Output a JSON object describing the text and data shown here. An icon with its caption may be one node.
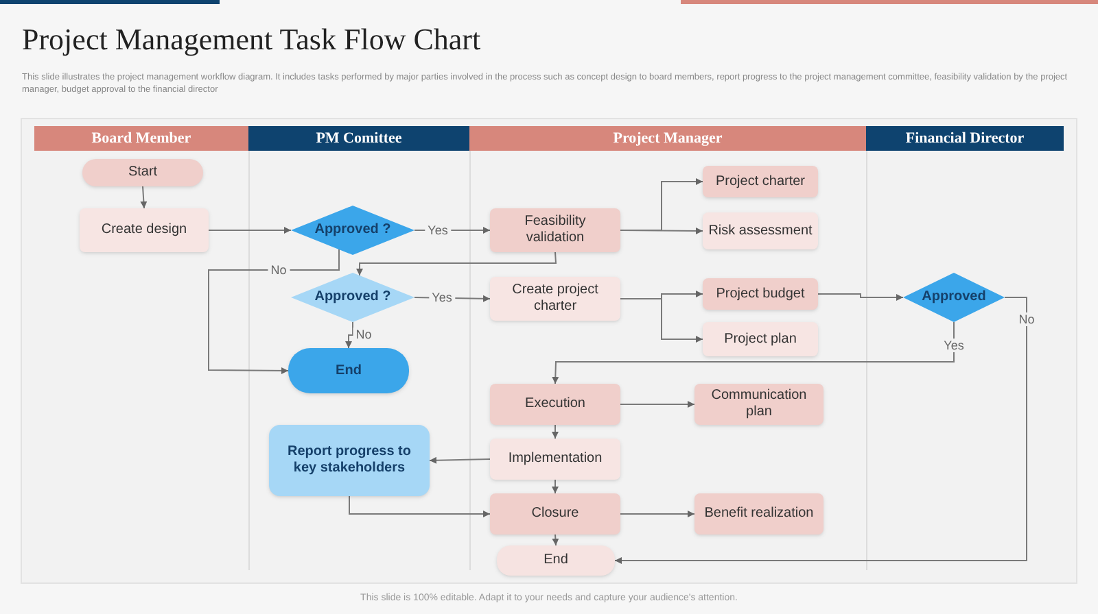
{
  "diagram": {
    "title": "Project Management Task Flow Chart",
    "nodes": [
      {
        "text": [
          "Board Member"
        ]
      },
      {
        "text": [
          "PM Comittee"
        ]
      },
      {
        "text": [
          "Project Manager"
        ]
      },
      {
        "text": [
          "Financial Director"
        ]
      },
      {
        "text": [
          "Start"
        ]
      },
      {
        "text": [
          "Create design"
        ]
      },
      {
        "text": [
          "Approved ?"
        ]
      },
      {
        "text": [
          "Feasibility validation"
        ]
      },
      {
        "text": [
          "Project charter"
        ]
      },
      {
        "text": [
          "Risk assessment"
        ]
      },
      {
        "text": [
          "Approved ?"
        ]
      },
      {
        "text": [
          "Create project charter"
        ]
      },
      {
        "text": [
          "Project budget"
        ]
      },
      {
        "text": [
          "Approved"
        ]
      },
      {
        "text": [
          "Project plan"
        ]
      },
      {
        "text": [
          "End"
        ]
      },
      {
        "text": [
          "Execution"
        ]
      },
      {
        "text": [
          "Communication plan"
        ]
      },
      {
        "text": [
          "Report progress to key stakeholders"
        ]
      },
      {
        "text": [
          "Implementation"
        ]
      },
      {
        "text": [
          "Closure"
        ]
      },
      {
        "text": [
          "Benefit realization"
        ]
      },
      {
        "text": [
          "End"
        ]
      }
    ],
    "edges": [
      {
        "from": 4,
        "to": 5,
        "arrow": "to"
      },
      {
        "from": 5,
        "to": 6,
        "arrow": "to"
      },
      {
        "from": 6,
        "to": 7,
        "arrow": "to",
        "label": "Yes"
      },
      {
        "from": 6,
        "to": 15,
        "arrow": "to",
        "label": "No"
      },
      {
        "from": 7,
        "to": 10,
        "arrow": "to"
      },
      {
        "from": 7,
        "to": 8,
        "arrow": "to"
      },
      {
        "from": 7,
        "to": 9,
        "arrow": "to"
      },
      {
        "from": 10,
        "to": 11,
        "arrow": "to",
        "label": "Yes"
      },
      {
        "from": 10,
        "to": 15,
        "arrow": "to",
        "label": "No"
      },
      {
        "from": 11,
        "to": 12,
        "arrow": "to"
      },
      {
        "from": 11,
        "to": 14,
        "arrow": "to"
      },
      {
        "from": 12,
        "to": 13,
        "arrow": "to"
      },
      {
        "from": 13,
        "to": 16,
        "arrow": "to",
        "label": "Yes"
      },
      {
        "from": 13,
        "to": 22,
        "arrow": "to",
        "label": "No"
      },
      {
        "from": 16,
        "to": 17,
        "arrow": "to"
      },
      {
        "from": 16,
        "to": 19,
        "arrow": "to"
      },
      {
        "from": 19,
        "to": 18,
        "arrow": "to"
      },
      {
        "from": 19,
        "to": 20,
        "arrow": "to"
      },
      {
        "from": 18,
        "to": 20,
        "arrow": "to"
      },
      {
        "from": 20,
        "to": 21,
        "arrow": "to"
      },
      {
        "from": 20,
        "to": 22,
        "arrow": "to"
      }
    ],
    "labels": [
      "This slide illustrates the project management workflow diagram. It includes tasks performed by major parties involved in the process such as concept design to board members, report progress to the project management committee, feasibility validation by the project manager, budget approval to the financial director",
      "This slide is 100% editable. Adapt it to your needs and capture your audience's attention."
    ]
  }
}
